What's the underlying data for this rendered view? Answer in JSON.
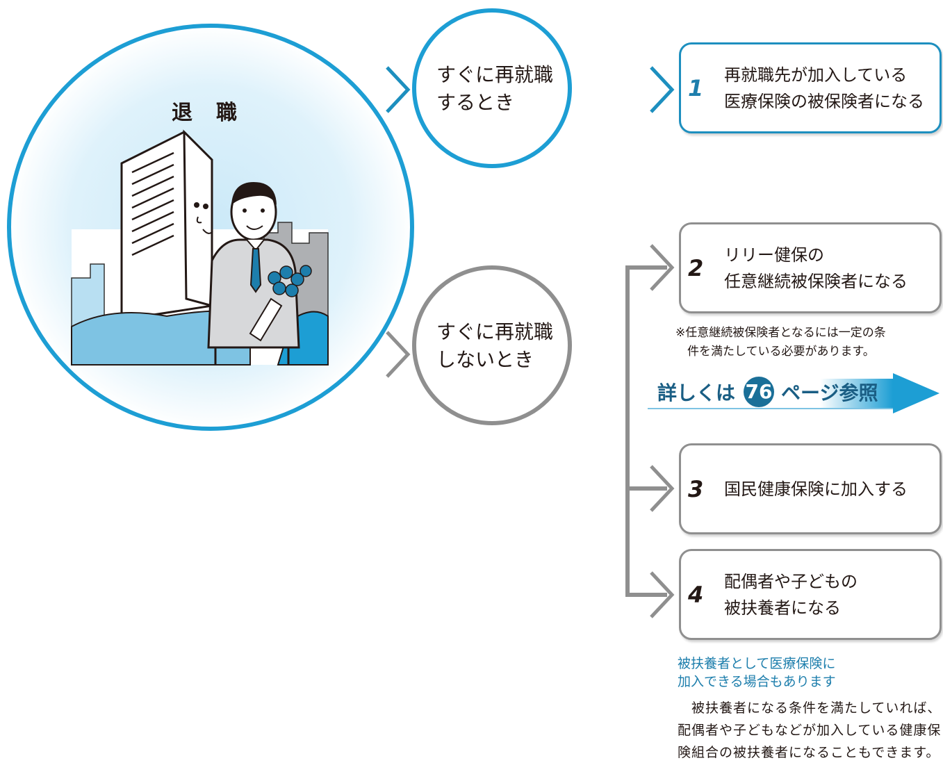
{
  "start": {
    "label": "退　職"
  },
  "branches": [
    {
      "label": "すぐに再就職\nするとき"
    },
    {
      "label": "すぐに再就職\nしないとき"
    }
  ],
  "options": [
    {
      "number": "1",
      "text": "再就職先が加入している\n医療保険の被保険者になる"
    },
    {
      "number": "2",
      "text": "リリー健保の\n任意継続被保険者になる"
    },
    {
      "number": "3",
      "text": "国民健康保険に加入する"
    },
    {
      "number": "4",
      "text": "配偶者や子どもの\n被扶養者になる"
    }
  ],
  "note_option2": "※任意継続被保険者となるには一定の条\n　件を満たしている必要があります。",
  "page_ref": {
    "prefix": "詳しくは",
    "page": "76",
    "suffix": "ページ参照"
  },
  "callout": {
    "title": "被扶養者として医療保険に\n加入できる場合もあります",
    "body": "　被扶養者になる条件を満たしていれば、配偶者や子どもなどが加入している健康保険組合の被扶養者になることもできます。"
  },
  "colors": {
    "accent_blue": "#1d8fbf",
    "gray": "#8f8f8f",
    "dark_blue": "#1a5e84"
  }
}
